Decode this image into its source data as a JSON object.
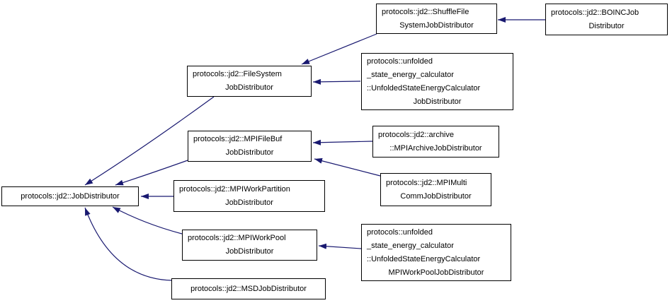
{
  "diagram": {
    "kind": "class-inheritance-graph",
    "colors": {
      "edge": "#191970",
      "node_border": "#000000",
      "node_fill": "#ffffff",
      "text": "#000000",
      "background": "#ffffff"
    },
    "nodes": [
      {
        "id": "job-distributor",
        "lines": [
          "protocols::jd2::JobDistributor"
        ]
      },
      {
        "id": "filesystem-job-distributor",
        "lines": [
          "protocols::jd2::FileSystem",
          "JobDistributor"
        ]
      },
      {
        "id": "mpi-file-buf-job-distributor",
        "lines": [
          "protocols::jd2::MPIFileBuf",
          "JobDistributor"
        ]
      },
      {
        "id": "mpi-work-partition-job-distributor",
        "lines": [
          "protocols::jd2::MPIWorkPartition",
          "JobDistributor"
        ]
      },
      {
        "id": "mpi-work-pool-job-distributor",
        "lines": [
          "protocols::jd2::MPIWorkPool",
          "JobDistributor"
        ]
      },
      {
        "id": "msd-job-distributor",
        "lines": [
          "protocols::jd2::MSDJobDistributor"
        ]
      },
      {
        "id": "shuffle-file-system-job-distributor",
        "lines": [
          "protocols::jd2::ShuffleFile",
          "SystemJobDistributor"
        ]
      },
      {
        "id": "unfolded-state-energy-calculator-job-distributor",
        "lines": [
          "protocols::unfolded",
          "_state_energy_calculator",
          "::UnfoldedStateEnergyCalculator",
          "JobDistributor"
        ]
      },
      {
        "id": "mpi-archive-job-distributor",
        "lines": [
          "protocols::jd2::archive",
          "::MPIArchiveJobDistributor"
        ]
      },
      {
        "id": "mpi-multi-comm-job-distributor",
        "lines": [
          "protocols::jd2::MPIMulti",
          "CommJobDistributor"
        ]
      },
      {
        "id": "unfolded-state-energy-calculator-mpi-work-pool-job-distributor",
        "lines": [
          "protocols::unfolded",
          "_state_energy_calculator",
          "::UnfoldedStateEnergyCalculator",
          "MPIWorkPoolJobDistributor"
        ]
      },
      {
        "id": "boinc-job-distributor",
        "lines": [
          "protocols::jd2::BOINCJob",
          "Distributor"
        ]
      }
    ],
    "edges": [
      {
        "from": "filesystem-job-distributor",
        "to": "job-distributor"
      },
      {
        "from": "mpi-file-buf-job-distributor",
        "to": "job-distributor"
      },
      {
        "from": "mpi-work-partition-job-distributor",
        "to": "job-distributor"
      },
      {
        "from": "mpi-work-pool-job-distributor",
        "to": "job-distributor"
      },
      {
        "from": "msd-job-distributor",
        "to": "job-distributor"
      },
      {
        "from": "shuffle-file-system-job-distributor",
        "to": "filesystem-job-distributor"
      },
      {
        "from": "unfolded-state-energy-calculator-job-distributor",
        "to": "filesystem-job-distributor"
      },
      {
        "from": "boinc-job-distributor",
        "to": "shuffle-file-system-job-distributor"
      },
      {
        "from": "mpi-archive-job-distributor",
        "to": "mpi-file-buf-job-distributor"
      },
      {
        "from": "mpi-multi-comm-job-distributor",
        "to": "mpi-file-buf-job-distributor"
      },
      {
        "from": "unfolded-state-energy-calculator-mpi-work-pool-job-distributor",
        "to": "mpi-work-pool-job-distributor"
      }
    ]
  }
}
